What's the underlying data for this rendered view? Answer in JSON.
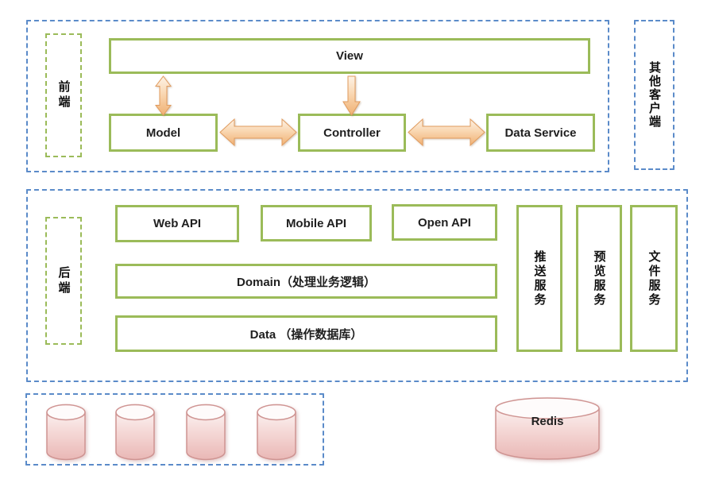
{
  "diagram": {
    "frontend": {
      "label": "前端",
      "view": "View",
      "model": "Model",
      "controller": "Controller",
      "data_service": "Data Service"
    },
    "other_clients": {
      "label": "其他客户端"
    },
    "backend": {
      "label": "后端",
      "apis": [
        "Web API",
        "Mobile API",
        "Open API"
      ],
      "domain": "Domain（处理业务逻辑）",
      "data": "Data （操作数据库）",
      "services": [
        "推送服务",
        "预览服务",
        "文件服务"
      ]
    },
    "storage": {
      "redis": "Redis"
    },
    "colors": {
      "box_border_green": "#9bbb59",
      "container_border_blue": "#5b8bc9",
      "arrow_fill_light": "#fdf0e2",
      "arrow_fill_dark": "#f1b377",
      "arrow_stroke": "#e19b5e",
      "cylinder_border": "#cf9492",
      "cylinder_fill_top": "#faeeed",
      "cylinder_fill_bottom": "#e9b7b5",
      "text": "#1f1f1f"
    }
  }
}
